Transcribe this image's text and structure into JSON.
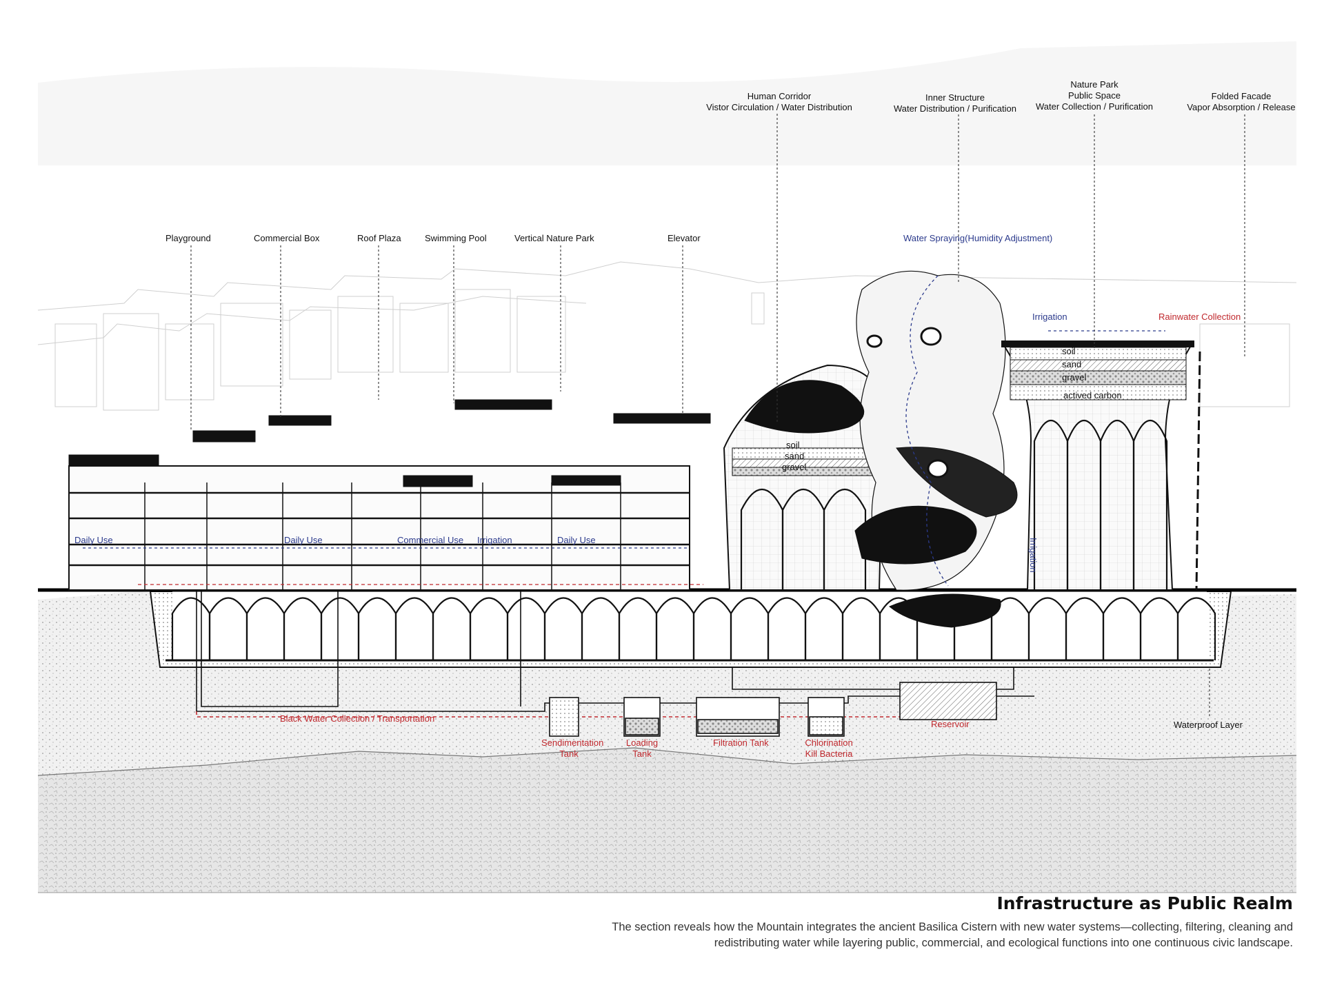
{
  "labels": {
    "playground": "Playground",
    "commercial_box": "Commercial Box",
    "roof_plaza": "Roof Plaza",
    "swimming_pool": "Swimming Pool",
    "vertical_nature_park": "Vertical Nature Park",
    "elevator": "Elevator",
    "human_corridor": [
      "Human Corridor",
      "Vistor Circulation / Water Distribution"
    ],
    "inner_structure": [
      "Inner Structure",
      "Water Distribution / Purification"
    ],
    "nature_park": [
      "Nature Park",
      "Public Space",
      "Water Collection / Purification"
    ],
    "folded_facade": [
      "Folded Facade",
      "Vapor Absorption / Release"
    ],
    "water_spraying": "Water Spraying(Humidity Adjustment)",
    "irrigation_top": "Irrigation",
    "rainwater_collection": "Rainwater Collection",
    "soil": "soil",
    "sand": "sand",
    "gravel": "gravel",
    "actived_carbon": "actived carbon",
    "daily_use": "Daily Use",
    "commercial_use": "Commercial Use",
    "irrigation": "Irrigation",
    "black_water": "Black Water Collection / Transportation",
    "sedimentation_tank": [
      "Sendimentation",
      "Tank"
    ],
    "loading_tank": [
      "Loading",
      "Tank"
    ],
    "filtration_tank": "Filtration Tank",
    "chlorination": [
      "Chlorination",
      "Kill Bacteria"
    ],
    "reservoir": "Reservoir",
    "waterproof_layer": "Waterproof Layer"
  },
  "title": "Infrastructure as Public Realm",
  "caption": [
    "The section reveals how the Mountain integrates the ancient Basilica Cistern with new water systems—collecting, filtering, cleaning and",
    "redistributing water while layering public, commercial, and ecological functions into one continuous civic landscape."
  ],
  "colors": {
    "water_red": "#c0282d",
    "water_blue": "#2b3a8c",
    "ink": "#111111"
  }
}
